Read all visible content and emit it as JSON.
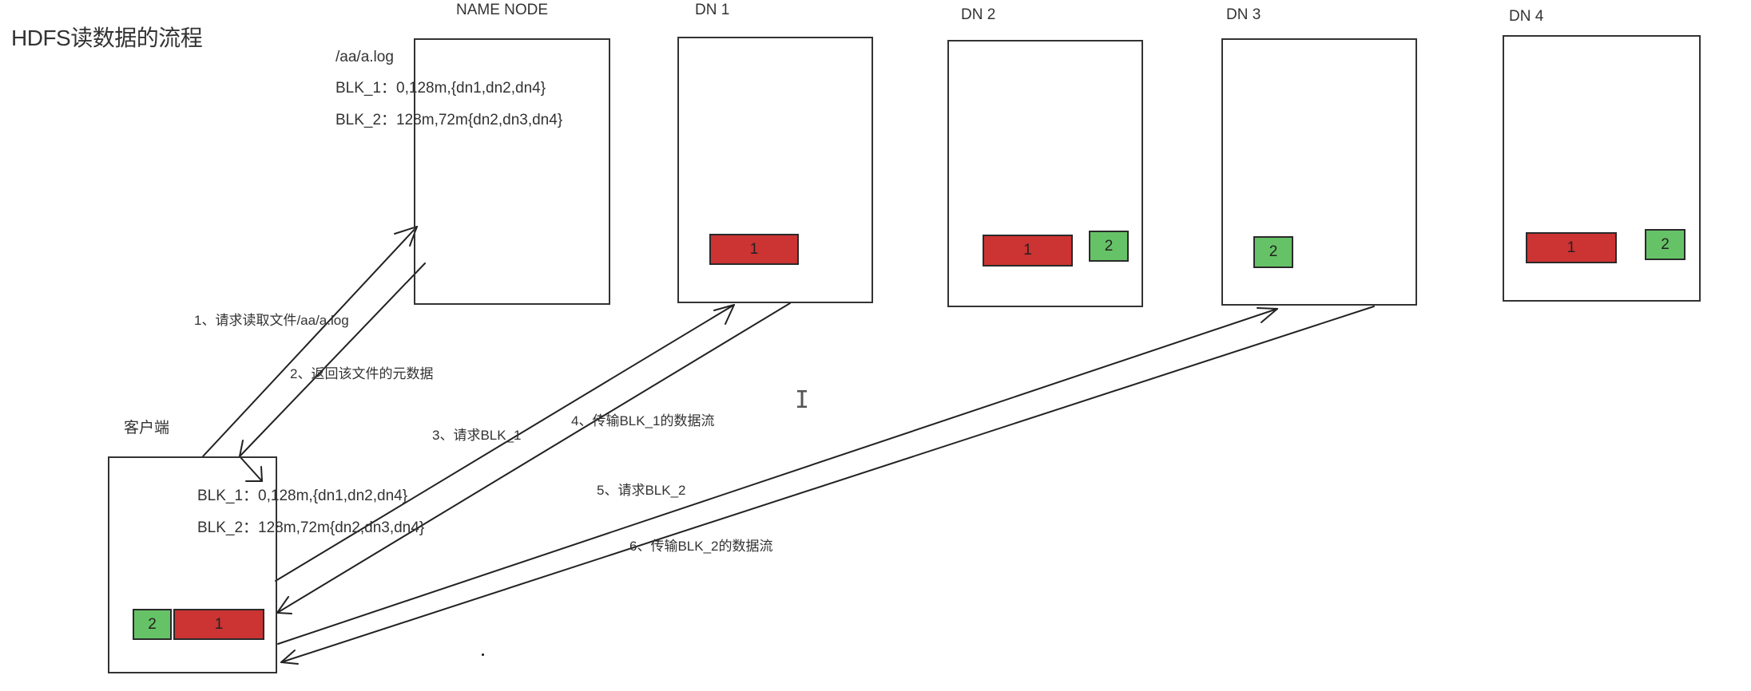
{
  "title": "HDFS读数据的流程",
  "colors": {
    "block1": "#cc3333",
    "block2": "#66c266",
    "line": "#333333"
  },
  "namenode": {
    "label": "NAME NODE",
    "metadata": {
      "file": "/aa/a.log",
      "blk1": "BLK_1：0,128m,{dn1,dn2,dn4}",
      "blk2": "BLK_2：128m,72m{dn2,dn3,dn4}"
    }
  },
  "datanodes": [
    {
      "label": "DN 1",
      "blocks": [
        "1"
      ]
    },
    {
      "label": "DN 2",
      "blocks": [
        "1",
        "2"
      ]
    },
    {
      "label": "DN 3",
      "blocks": [
        "2"
      ]
    },
    {
      "label": "DN 4",
      "blocks": [
        "1",
        "2"
      ]
    }
  ],
  "client": {
    "label": "客户端",
    "metadata": {
      "blk1": "BLK_1：0,128m,{dn1,dn2,dn4}",
      "blk2": "BLK_2：128m,72m{dn2,dn3,dn4}"
    },
    "blocks": [
      "2",
      "1"
    ]
  },
  "steps": [
    {
      "label": "1、请求读取文件/aa/a.log"
    },
    {
      "label": "2、返回该文件的元数据"
    },
    {
      "label": "3、请求BLK_1"
    },
    {
      "label": "4、传输BLK_1的数据流"
    },
    {
      "label": "5、请求BLK_2"
    },
    {
      "label": "6、传输BLK_2的数据流"
    }
  ],
  "cursor": {
    "glyph": "I"
  }
}
